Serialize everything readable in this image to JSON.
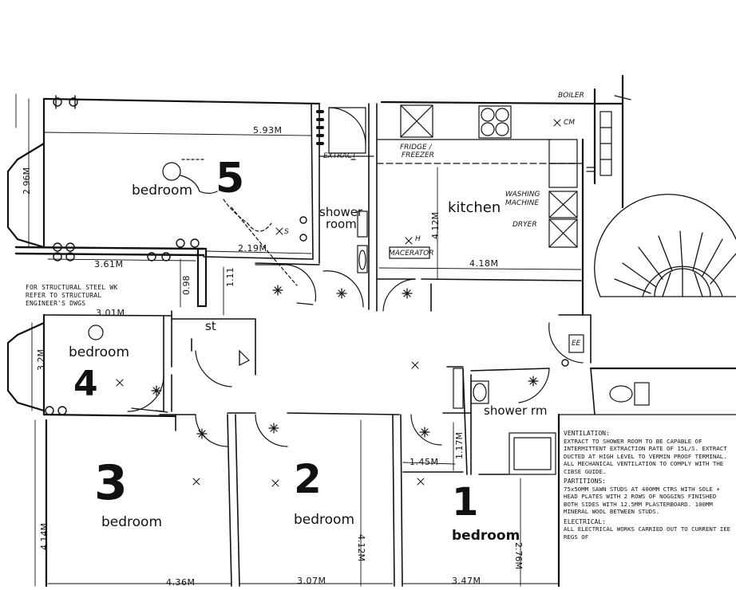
{
  "rooms": {
    "bedroom5": {
      "label": "bedroom",
      "number": "5"
    },
    "bedroom4": {
      "label": "bedroom",
      "number": "4"
    },
    "bedroom3": {
      "label": "bedroom",
      "number": "3"
    },
    "bedroom2": {
      "label": "bedroom",
      "number": "2"
    },
    "bedroom1": {
      "label": "bedroom",
      "number": "1"
    },
    "shower_room": {
      "line1": "shower",
      "line2": "room"
    },
    "kitchen": {
      "label": "kitchen"
    },
    "shower_rm": {
      "label": "shower rm"
    },
    "store": {
      "label": "st"
    }
  },
  "dimensions": {
    "d593": "5.93M",
    "d296": "2.96M",
    "d219": "2.19M",
    "d361": "3.61M",
    "d098": "0.98",
    "d111": "1.11",
    "d301": "3.01M",
    "d32": "3.2M",
    "d412k": "4.12M",
    "d418": "4.18M",
    "d436": "4.36M",
    "d307": "3.07M",
    "d347": "3.47M",
    "d414": "4.14M",
    "d412b": "4.12M",
    "d145": "1.45M",
    "d117": "1.17M",
    "d2x": "2.76M"
  },
  "fixtures": {
    "fridge": "FRIDGE /",
    "freezer": "FREEZER",
    "washing": "WASHING",
    "machine": "MACHINE",
    "dryer": "DRYER",
    "boiler": "BOILER",
    "cm": "CM",
    "extract": "EXTRACT",
    "macerator": "MACERATOR",
    "h": "H",
    "s": "S",
    "ee": "EE"
  },
  "structural_note": [
    "FOR STRUCTURAL STEEL WK",
    "REFER TO STRUCTURAL",
    "ENGINEER'S DWGS"
  ],
  "notes": {
    "ventilation_heading": "VENTILATION:",
    "ventilation_text": "EXTRACT TO SHOWER ROOM TO BE CAPABLE OF INTERMITTENT EXTRACTION RATE OF 15L/S. EXTRACT DUCTED AT HIGH LEVEL TO VERMIN PROOF TERMINAL. ALL MECHANICAL VENTILATION TO COMPLY WITH THE CIBSE GUIDE.",
    "partitions_heading": "PARTITIONS:",
    "partitions_text": "75x50MM SAWN STUDS AT 400MM CTRS WITH SOLE + HEAD PLATES WITH 2 ROWS OF NOGGINS FINISHED BOTH SIDES WITH 12.5MM PLASTERBOARD. 100MM MINERAL WOOL BETWEEN STUDS.",
    "electrical_heading": "ELECTRICAL:",
    "electrical_text": "ALL ELECTRICAL WORKS CARRIED OUT TO CURRENT IEE REGS OF"
  }
}
